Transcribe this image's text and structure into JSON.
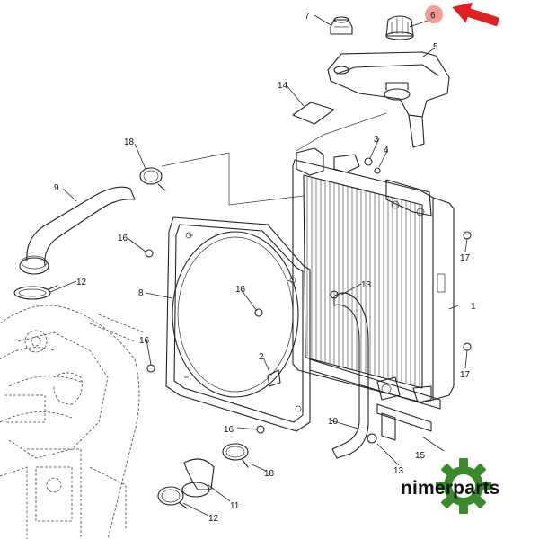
{
  "diagram": {
    "labels": {
      "l1": "1",
      "l2": "2",
      "l3": "3",
      "l4": "4",
      "l5": "5",
      "l6": "6",
      "l7": "7",
      "l8": "8",
      "l9": "9",
      "l10": "10",
      "l11": "11",
      "l12a": "12",
      "l12b": "12",
      "l13a": "13",
      "l13b": "13",
      "l14": "14",
      "l15": "15",
      "l16a": "16",
      "l16b": "16",
      "l16c": "16",
      "l16d": "16",
      "l17a": "17",
      "l17b": "17",
      "l18a": "18",
      "l18b": "18"
    },
    "highlight": {
      "part": "6",
      "marker_color": "#f28b82",
      "arrow_color": "#e02020"
    }
  },
  "logo": {
    "text": "nimerparts",
    "gear_color": "#3a8a2a"
  }
}
